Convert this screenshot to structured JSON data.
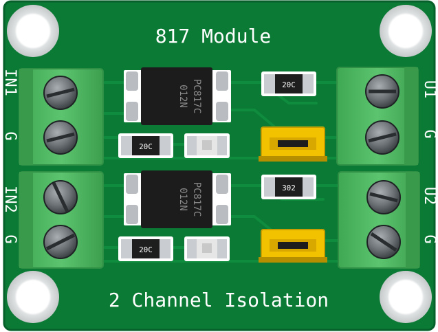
{
  "board": {
    "title": "817 Module",
    "subtitle": "2 Channel Isolation",
    "colors": {
      "pcb": "#0a7a35",
      "pcb_dark": "#06602a",
      "trace": "#0f8c3e",
      "terminal": "#4cb860",
      "terminal_dark": "#2f8f44",
      "jumper": "#f2c200",
      "chip": "#1c1c1c",
      "pad": "#c9ccd1"
    }
  },
  "labels": {
    "in1": "IN1",
    "g_left_top": "G",
    "in2": "IN2",
    "g_left_bottom": "G",
    "u1": "U1",
    "g_right_top": "G",
    "u2": "U2",
    "g_right_bottom": "G"
  },
  "chips": {
    "top": {
      "line1": "PC817C",
      "line2": "012N"
    },
    "bottom": {
      "line1": "PC817C",
      "line2": "012N"
    }
  },
  "resistors": {
    "r_top_right": "20C",
    "r_mid_left": "20C",
    "r_bottom_right": "302",
    "r_bottom_left": "20C"
  }
}
